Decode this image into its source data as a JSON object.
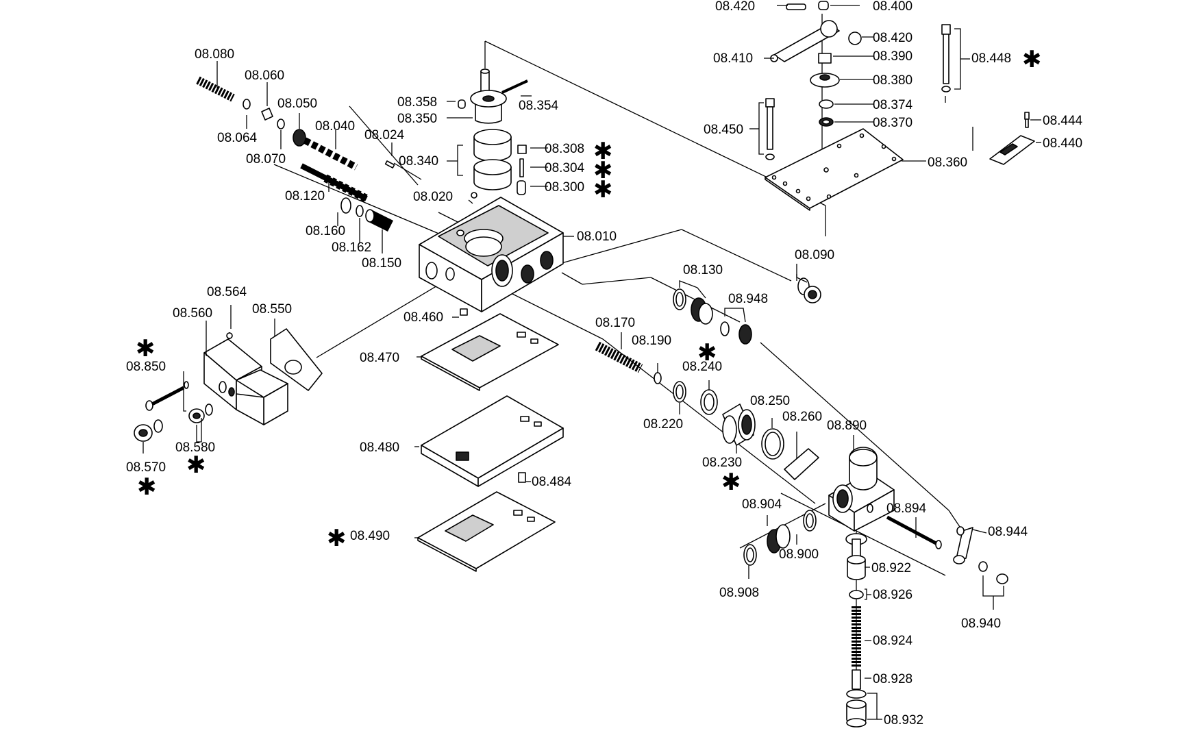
{
  "part_labels": {
    "p08420a": "08.420",
    "p08400": "08.400",
    "p08420b": "08.420",
    "p08410": "08.410",
    "p08390": "08.390",
    "p08380": "08.380",
    "p08374": "08.374",
    "p08370": "08.370",
    "p08448": "08.448",
    "p08450": "08.450",
    "p08360": "08.360",
    "p08444": "08.444",
    "p08440": "08.440",
    "p08080": "08.080",
    "p08060": "08.060",
    "p08050": "08.050",
    "p08064": "08.064",
    "p08070": "08.070",
    "p08040": "08.040",
    "p08024": "08.024",
    "p08358": "08.358",
    "p08354": "08.354",
    "p08350": "08.350",
    "p08340": "08.340",
    "p08308": "08.308",
    "p08304": "08.304",
    "p08300": "08.300",
    "p08020": "08.020",
    "p08120": "08.120",
    "p08160": "08.160",
    "p08162": "08.162",
    "p08150": "08.150",
    "p08010": "08.010",
    "p08090": "08.090",
    "p08130": "08.130",
    "p08948": "08.948",
    "p08564": "08.564",
    "p08560": "08.560",
    "p08550": "08.550",
    "p08460": "08.460",
    "p08850": "08.850",
    "p08470": "08.470",
    "p08170": "08.170",
    "p08190": "08.190",
    "p08240": "08.240",
    "p08220": "08.220",
    "p08250": "08.250",
    "p08260": "08.260",
    "p08890": "08.890",
    "p08230": "08.230",
    "p08580": "08.580",
    "p08570": "08.570",
    "p08480": "08.480",
    "p08484": "08.484",
    "p08904": "08.904",
    "p08894": "08.894",
    "p08900": "08.900",
    "p08944": "08.944",
    "p08490": "08.490",
    "p08922": "08.922",
    "p08908": "08.908",
    "p08926": "08.926",
    "p08940": "08.940",
    "p08924": "08.924",
    "p08928": "08.928",
    "p08932": "08.932"
  },
  "asterisk": "✱"
}
